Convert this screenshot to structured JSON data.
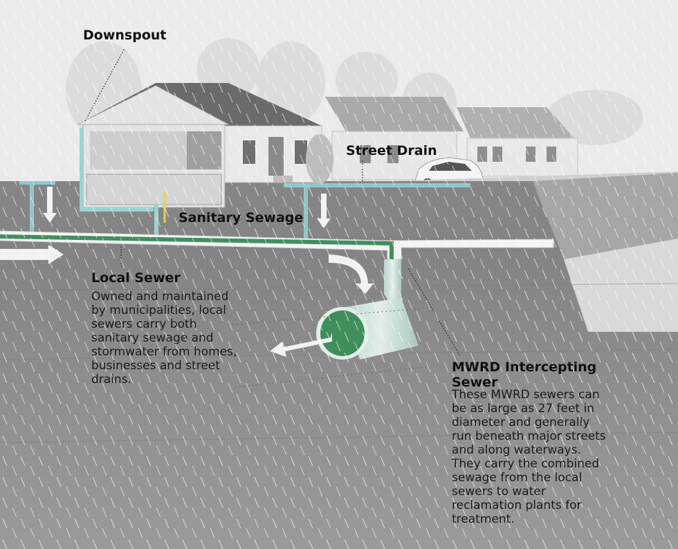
{
  "labels": {
    "downspout": "Downspout",
    "street_drain": "Street Drain",
    "sanitary_sewage": "Sanitary Sewage",
    "local_sewer_title": "Local Sewer",
    "local_sewer_desc": "Owned and maintained by municipalities, local sewers carry both sanitary sewage and stormwater from homes, businesses and street drains.",
    "mwrd_title": "MWRD Intercepting Sewer",
    "mwrd_desc": "These MWRD sewers can be as large as 27 feet in diameter and generally run beneath major streets and along waterways. They carry the combined sewage from the local sewers to water reclamation plants for treatment."
  },
  "colors": {
    "sky": "#ececec",
    "ground": "#8a8a8a",
    "pipe_teal": "#8fc9c9",
    "sewage_green": "#3f8f5c",
    "house_wall": "#d8d8d8",
    "roof": "#6e6e6e"
  }
}
